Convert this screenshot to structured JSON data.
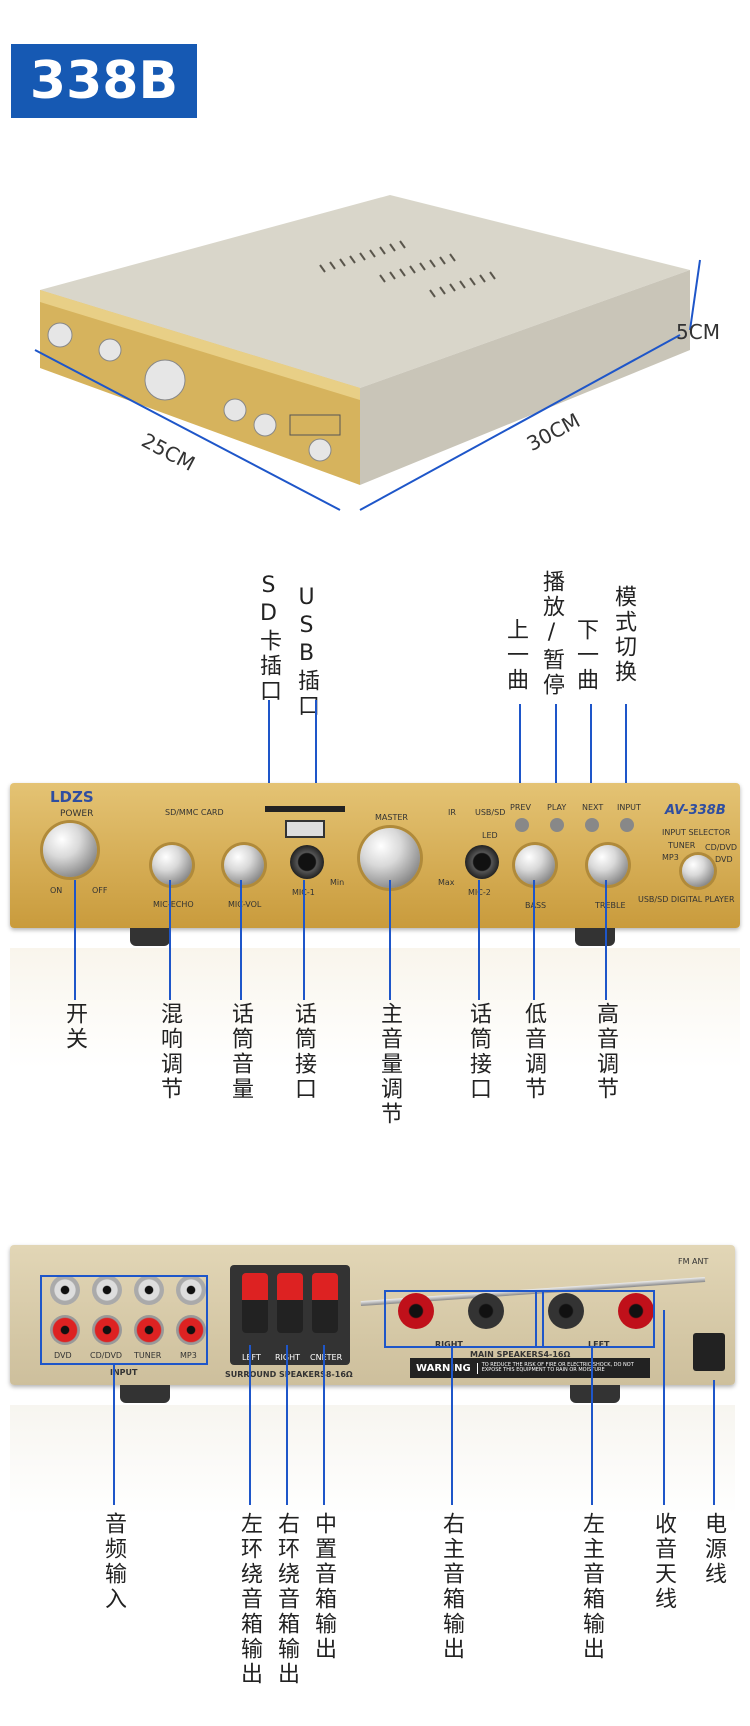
{
  "model_badge": "338B",
  "dimensions": {
    "width": "25CM",
    "depth": "30CM",
    "height": "5CM"
  },
  "front_panel": {
    "brand": "LDZS",
    "power": "POWER",
    "on": "ON",
    "off": "OFF",
    "card_slot": "SD/MMC CARD",
    "master": "MASTER",
    "min": "Min",
    "max": "Max",
    "mic_echo": "MIC-ECHO",
    "mic_vol": "MIC-VOL",
    "mic1": "MIC-1",
    "mic2": "MIC-2",
    "ir": "IR",
    "usbsd": "USB/SD",
    "led": "LED",
    "prev": "PREV",
    "play": "PLAY",
    "next": "NEXT",
    "input": "INPUT",
    "bass": "BASS",
    "treble": "TREBLE",
    "model": "AV-338B",
    "input_selector": "INPUT SELECTOR",
    "tuner": "TUNER",
    "cddvd": "CD/DVD",
    "mp3": "MP3",
    "dvd": "DVD",
    "player": "USB/SD DIGITAL PLAYER"
  },
  "top_labels": {
    "sd_slot": "SD卡插口",
    "usb_slot": "USB插口",
    "prev": "上一曲",
    "play_pause": "播放/暂停",
    "next": "下一曲",
    "mode": "模式切换"
  },
  "front_labels": {
    "power": "开关",
    "echo": "混响调节",
    "mic_vol": "话筒音量",
    "mic_jack1": "话筒接口",
    "master": "主音量调节",
    "mic_jack2": "话筒接口",
    "bass": "低音调节",
    "treble": "高音调节"
  },
  "rear_panel": {
    "dvd": "DVD",
    "cddvd": "CD/DVD",
    "tuner": "TUNER",
    "mp3": "MP3",
    "input": "INPUT",
    "left": "LEFT",
    "right": "RIGHT",
    "center": "CNETER",
    "surround": "SURROUND SPEAKERS8-16Ω",
    "right_main": "RIGHT",
    "left_main": "LEFT",
    "main_speakers": "MAIN SPEAKERS4-16Ω",
    "warning": "WARNING",
    "warning_text": "TO REDUCE THE RISK OF FIRE OR ELECTRIC SHOCK, DO NOT EXPOSE THIS EQUIPMENT TO RAIN OR MOISTURE",
    "fm_ant": "FM ANT"
  },
  "rear_labels": {
    "audio_in": "音频输入",
    "left_surround": "左环绕音箱输出",
    "right_surround": "右环绕音箱输出",
    "center": "中置音箱输出",
    "right_main": "右主音箱输出",
    "left_main": "左主音箱输出",
    "antenna": "收音天线",
    "power_cord": "电源线"
  }
}
